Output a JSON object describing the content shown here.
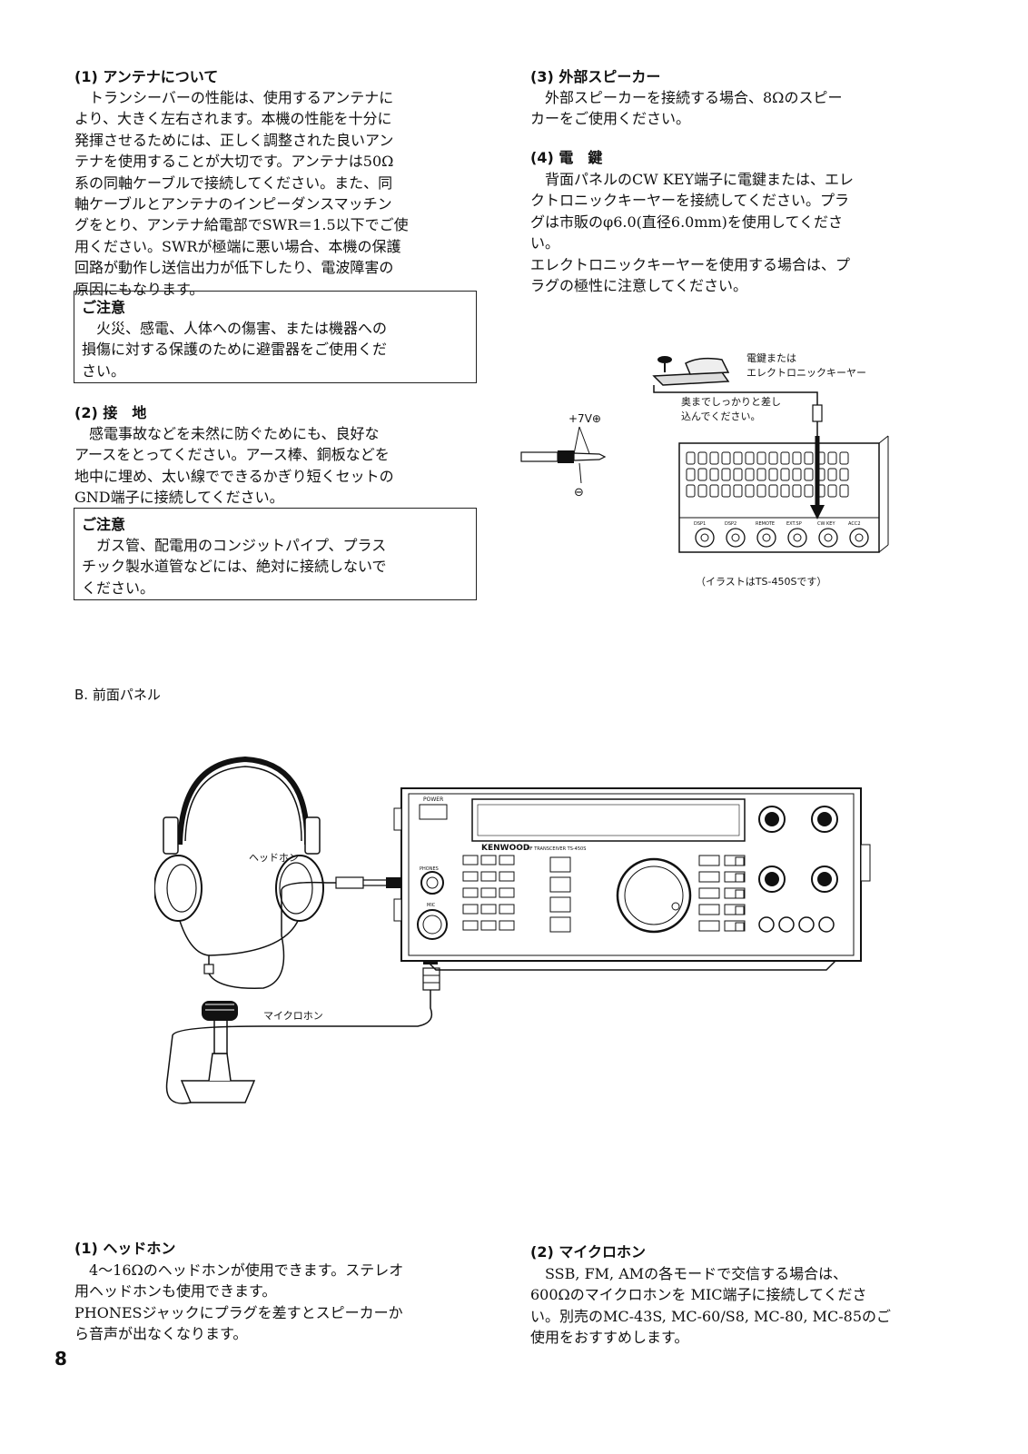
{
  "left_column": {
    "antenna": {
      "heading": "(1) アンテナについて",
      "lines": [
        "　トランシーバーの性能は、使用するアンテナに",
        "より、大きく左右されます。本機の性能を十分に",
        "発揮させるためには、正しく調整された良いアン",
        "テナを使用することが大切です。アンテナは50Ω",
        "系の同軸ケーブルで接続してください。また、同",
        "軸ケーブルとアンテナのインピーダンスマッチン",
        "グをとり、アンテナ給電部でSWR＝1.5以下でご使",
        "用ください。SWRが極端に悪い場合、本機の保護",
        "回路が動作し送信出力が低下したり、電波障害の",
        "原因にもなります。"
      ],
      "notice_title": "ご注意",
      "notice_lines": [
        "　火災、感電、人体への傷害、または機器への",
        "損傷に対する保護のために避雷器をご使用くだ",
        "さい。"
      ]
    },
    "ground": {
      "heading": "(2) 接　地",
      "lines": [
        "　感電事故などを未然に防ぐためにも、良好な",
        "アースをとってください。アース棒、銅板などを",
        "地中に埋め、太い線でできるかぎり短くセットの",
        "GND端子に接続してください。"
      ],
      "notice_title": "ご注意",
      "notice_lines": [
        "　ガス管、配電用のコンジットパイプ、プラス",
        "チック製水道管などには、絶対に接続しないで",
        "ください。"
      ]
    }
  },
  "right_column": {
    "speaker": {
      "heading": "(3) 外部スピーカー",
      "lines": [
        "　外部スピーカーを接続する場合、8Ωのスピー",
        "カーをご使用ください。"
      ]
    },
    "key": {
      "heading": "(4) 電　鍵",
      "lines": [
        "　背面パネルのCW KEY端子に電鍵または、エレ",
        "クトロニックキーヤーを接続してください。プラ",
        "グは市販のφ6.0(直径6.0mm)を使用してくださ",
        "い。",
        "エレクトロニックキーヤーを使用する場合は、プ",
        "ラグの極性に注意してください。"
      ]
    }
  },
  "key_figure": {
    "label_key": [
      "電鍵または",
      "エレクトロニックキーヤー"
    ],
    "label_insert": [
      "奥までしっかりと差し",
      "込んでください。"
    ],
    "label_plus": "+7V⊕",
    "label_minus": "⊖",
    "caption": "（イラストはTS-450Sです）",
    "rear_labels": [
      "DSP1",
      "DSP2",
      "REMOTE",
      "EXT.SP",
      "CW KEY",
      "ACC2"
    ]
  },
  "section_b": {
    "title": "B.  前面パネル"
  },
  "front_figure": {
    "label_headphone": "ヘッドホン",
    "label_mic": "マイクロホン",
    "brand": "KENWOOD",
    "model": "HF TRANSCEIVER TS-450S",
    "power": "POWER",
    "phones": "PHONES",
    "mic_jack": "MIC"
  },
  "bottom": {
    "headphone": {
      "heading": "(1) ヘッドホン",
      "lines": [
        "　4〜16Ωのヘッドホンが使用できます。ステレオ",
        "用ヘッドホンも使用できます。",
        "PHONESジャックにプラグを差すとスピーカーか",
        "ら音声が出なくなります。"
      ]
    },
    "microphone": {
      "heading": "(2) マイクロホン",
      "lines": [
        "　SSB, FM, AMの各モードで交信する場合は、",
        "600Ωのマイクロホンを MIC端子に接続してくださ",
        "い。別売のMC-43S, MC-60/S8, MC-80, MC-85のご",
        "使用をおすすめします。"
      ]
    }
  },
  "page_number": "8"
}
